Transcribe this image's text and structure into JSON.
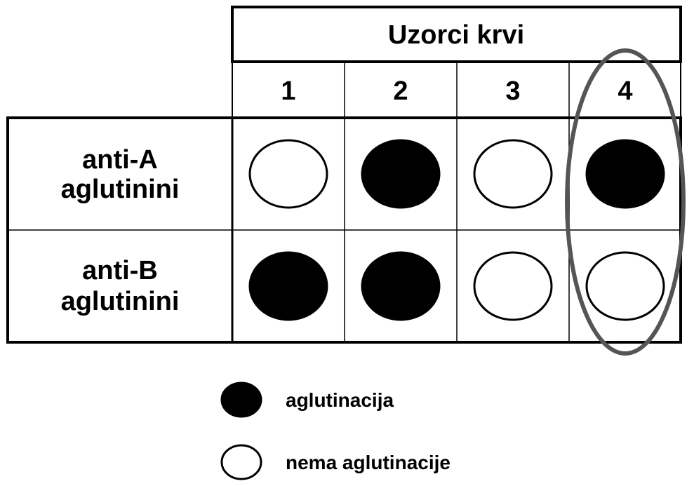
{
  "table": {
    "title": "Uzorci krvi",
    "columns": [
      "1",
      "2",
      "3",
      "4"
    ],
    "rows": [
      {
        "label_line1": "anti-A",
        "label_line2": "aglutinini",
        "agglutination": [
          false,
          true,
          false,
          true
        ]
      },
      {
        "label_line1": "anti-B",
        "label_line2": "aglutinini",
        "agglutination": [
          true,
          true,
          false,
          false
        ]
      }
    ],
    "highlighted_column": "4"
  },
  "legend": {
    "agglutination_label": "aglutinacija",
    "no_agglutination_label": "nema aglutinacije"
  },
  "colors": {
    "agglutination_fill": "#000000",
    "no_agglutination_fill": "#ffffff",
    "highlight_stroke": "#555555",
    "line": "#000000"
  }
}
